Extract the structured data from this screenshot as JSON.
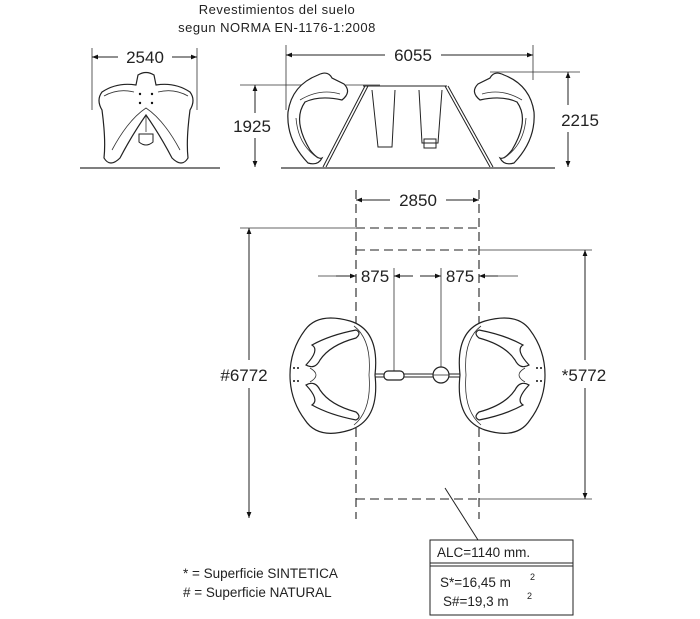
{
  "title": {
    "line1": "Revestimientos del suelo",
    "line2": "segun NORMA EN-1176-1:2008"
  },
  "front_view": {
    "width_label": "2540"
  },
  "side_view": {
    "length_label": "6055",
    "height_left_label": "1925",
    "height_right_label": "2215"
  },
  "plan_view": {
    "width_label": "2850",
    "clearance_left_label": "875",
    "clearance_right_label": "875",
    "natural_length_label": "#6772",
    "synthetic_length_label": "*5772"
  },
  "legend": {
    "synthetic": "*  =  Superficie  SINTETICA",
    "natural": "#  =  Superficie  NATURAL"
  },
  "info_box": {
    "alc": "ALC=1140  mm.",
    "synthetic_area": "S*=16,45  m",
    "natural_area": "S#=19,3  m",
    "unit_exponent": "2"
  }
}
